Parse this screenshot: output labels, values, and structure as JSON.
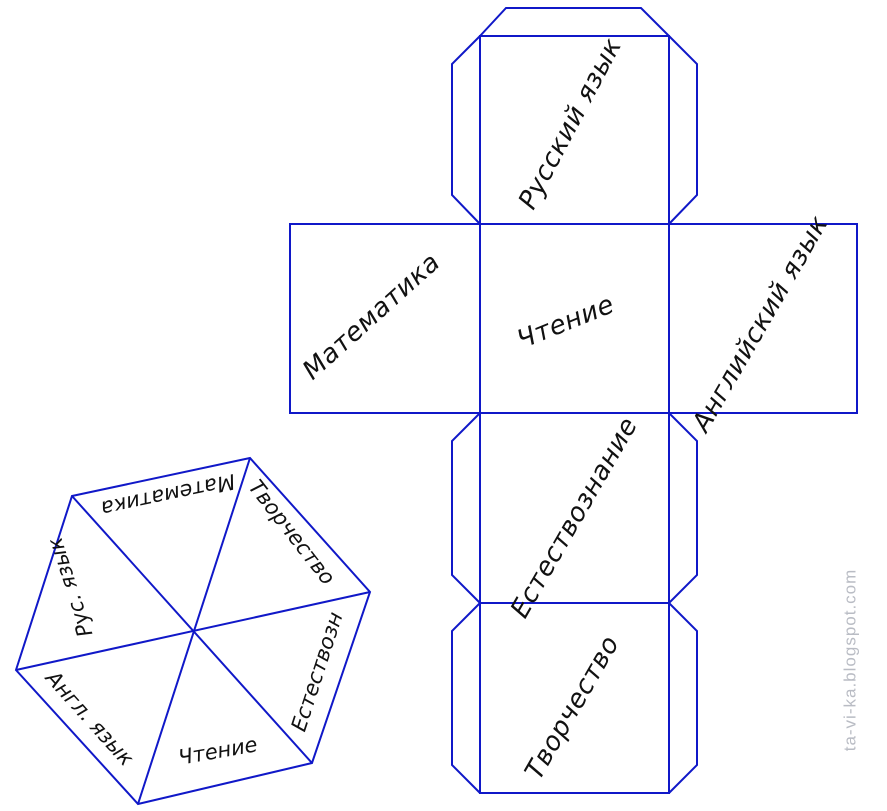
{
  "net": {
    "top": "Русский язык",
    "left": "Математика",
    "center": "Чтение",
    "right": "Английский язык",
    "lower": "Естествознание",
    "bottom": "Творчество"
  },
  "hexagon": {
    "top": "Математика",
    "upper_right": "Творчество",
    "lower_right": "Естествозн",
    "bottom": "Чтение",
    "lower_left": "Англ. язык",
    "upper_left": "Рус. язык"
  },
  "watermark": "ta-vi-ka.blogspot.com",
  "colors": {
    "line": "#1018c8",
    "text": "#111111",
    "watermark": "#b9bcc4"
  }
}
